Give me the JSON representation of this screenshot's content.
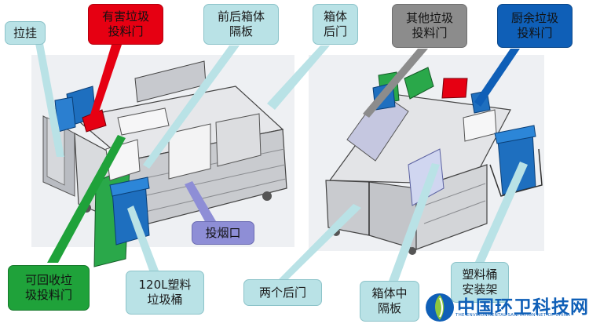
{
  "labels": {
    "lagua": "拉挂",
    "youhai": "有害垃圾\n投料门",
    "qianhou": "前后箱体\n隔板",
    "xiangti_houmen": "箱体\n后门",
    "qita": "其他垃圾\n投料门",
    "chuyu": "厨余垃圾\n投料门",
    "touyankou": "投烟口",
    "kehuishou": "可回收垃\n圾投料门",
    "tong120": "120L塑料\n垃圾桶",
    "liangge_houmen": "两个后门",
    "xiangti_zhong": "箱体中\n隔板",
    "suliaotong": "塑料桶\n安装架"
  },
  "logo": {
    "title": "中国环卫科技网",
    "subtitle": "THE ENVIRONMENTAL SANITATION NET OF CHINA"
  },
  "colors": {
    "teal": "#b9e2e6",
    "hazardous": "#e60012",
    "other": "#8c8c8c",
    "kitchen": "#0f5fb7",
    "recyclable": "#1fa23a",
    "smoke": "#8e8ed6",
    "bin_blue": "#1e6fbf"
  }
}
